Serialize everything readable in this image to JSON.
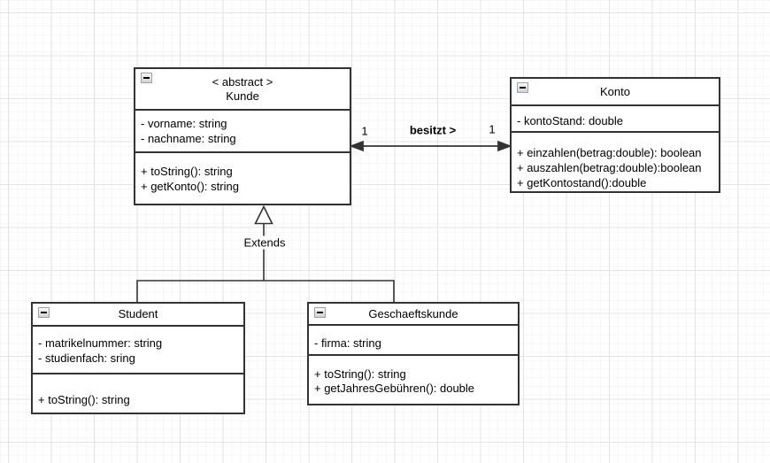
{
  "diagram_type": "uml-class-diagram",
  "classes": {
    "kunde": {
      "stereotype": "< abstract >",
      "name": "Kunde",
      "attributes": [
        "- vorname: string",
        "- nachname: string"
      ],
      "methods": [
        "+ toString(): string",
        "+ getKonto(): string"
      ]
    },
    "konto": {
      "name": "Konto",
      "attributes": [
        "- kontoStand: double"
      ],
      "methods": [
        "+ einzahlen(betrag:double): boolean",
        "+ auszahlen(betrag:double):boolean",
        "+ getKontostand():double"
      ]
    },
    "student": {
      "name": "Student",
      "attributes": [
        "- matrikelnummer: string",
        "- studienfach: sring"
      ],
      "methods": [
        "+ toString(): string"
      ]
    },
    "geschaeftskunde": {
      "name": "Geschaeftskunde",
      "attributes": [
        "- firma: string"
      ],
      "methods": [
        "+ toString(): string",
        "+ getJahresGebühren(): double"
      ]
    }
  },
  "edges": {
    "besitzt": {
      "label": "besitzt >",
      "kunde_multiplicity": "1",
      "konto_multiplicity": "1"
    },
    "inheritance": {
      "label": "Extends"
    }
  },
  "colors": {
    "stroke": "#333333",
    "shape_fill": "#ffffff",
    "grid_major": "#e4e4e4",
    "grid_minor": "#f6f6f6",
    "text": "#000000"
  },
  "icons": {
    "collapse": "minus-icon"
  }
}
